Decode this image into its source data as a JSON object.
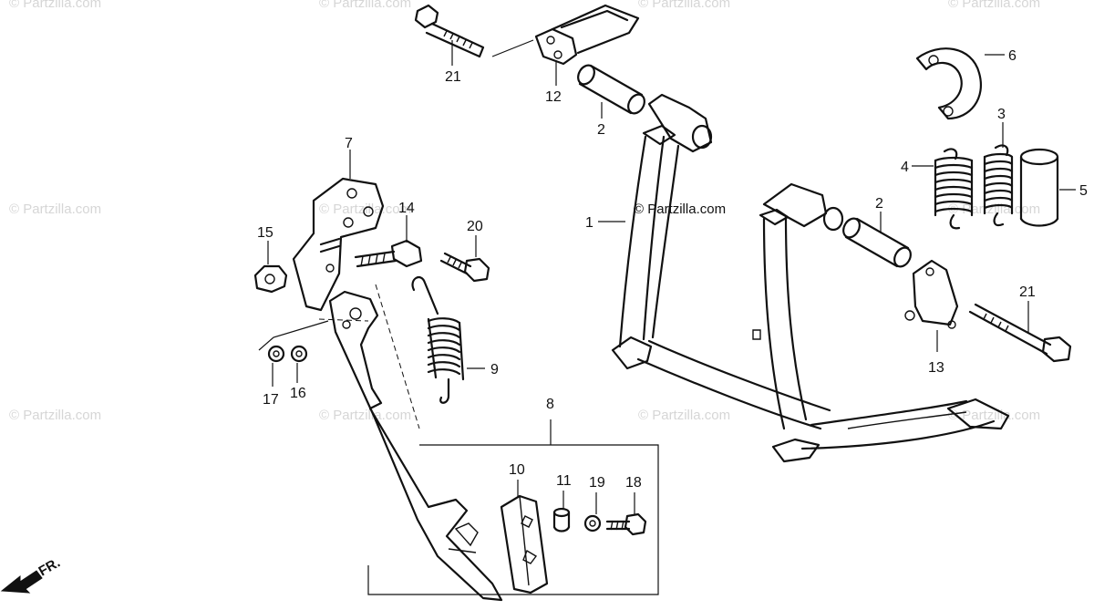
{
  "watermark_text": "© Partzilla.com",
  "center_watermark": "© Partzilla.com",
  "front_indicator": "FR.",
  "callouts": [
    "1",
    "2",
    "2",
    "3",
    "4",
    "5",
    "6",
    "7",
    "8",
    "9",
    "10",
    "11",
    "12",
    "13",
    "14",
    "15",
    "16",
    "17",
    "18",
    "19",
    "20",
    "21",
    "21"
  ]
}
